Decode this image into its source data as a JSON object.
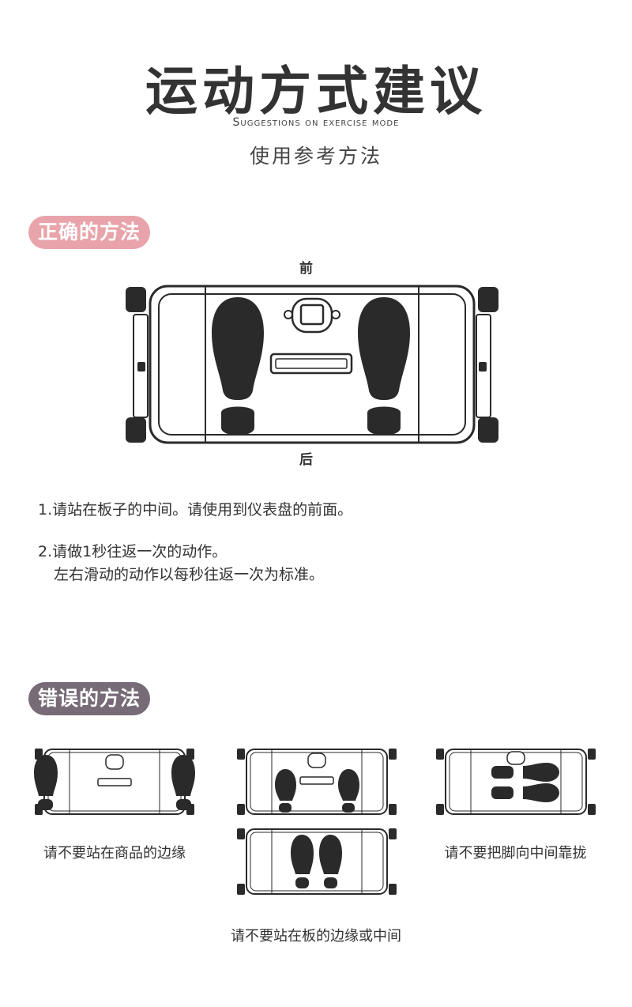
{
  "header": {
    "title": "运动方式建议",
    "subtitle_en": "Suggestions on exercise mode",
    "subtitle_cn": "使用参考方法"
  },
  "correct": {
    "badge": "正确的方法",
    "front_label": "前",
    "back_label": "后",
    "instruction_1": "1.请站在板子的中间。请使用到仪表盘的前面。",
    "instruction_2a": "2.请做1秒往返一次的动作。",
    "instruction_2b": "左右滑动的动作以每秒往返一次为标准。"
  },
  "wrong": {
    "badge": "错误的方法",
    "caption_left": "请不要站在商品的边缘",
    "caption_right": "请不要把脚向中间靠拢",
    "caption_center": "请不要站在板的边缘或中间"
  },
  "colors": {
    "correct_badge": "#e8a4aa",
    "wrong_badge": "#766b76",
    "ink": "#2a2a2a"
  }
}
